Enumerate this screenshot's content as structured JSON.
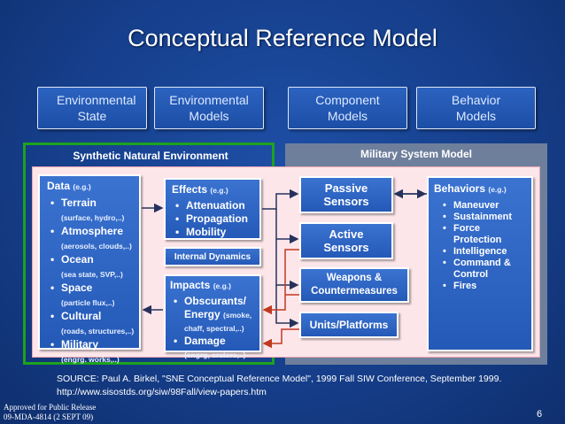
{
  "title": "Conceptual Reference Model",
  "headers": [
    "Environmental State",
    "Environmental Models",
    "Component Models",
    "Behavior Models"
  ],
  "panels": {
    "sne_title": "Synthetic Natural Environment",
    "msm_title": "Military System Model"
  },
  "data_box": {
    "title": "Data",
    "eg": "(e.g.)",
    "items": [
      {
        "label": "Terrain",
        "sub": "(surface, hydro,..)"
      },
      {
        "label": "Atmosphere",
        "sub": "(aerosols, clouds,..)"
      },
      {
        "label": "Ocean",
        "sub": "(sea state, SVP,..)"
      },
      {
        "label": "Space",
        "sub": "(particle flux,..)"
      },
      {
        "label": "Cultural",
        "sub": "(roads, structures,..)"
      },
      {
        "label": "Military",
        "sub": "(engrg. works,..)"
      }
    ]
  },
  "effects_box": {
    "title": "Effects",
    "eg": "(e.g.)",
    "items": [
      "Attenuation",
      "Propagation",
      "Mobility"
    ]
  },
  "internal_dynamics": "Internal Dynamics",
  "impacts_box": {
    "title": "Impacts",
    "eg": "(e.g.)",
    "item1_label": "Obscurants/",
    "item1_label2": "Energy",
    "item1_sub": "(smoke,",
    "item1_sub2": "chaff, spectral,..)",
    "item2_label": "Damage",
    "item2_sub": "(engrg, craters,..)"
  },
  "msm_boxes": {
    "passive": "Passive Sensors",
    "active": "Active Sensors",
    "weapons": "Weapons & Countermeasures",
    "units": "Units/Platforms"
  },
  "behaviors_box": {
    "title": "Behaviors",
    "eg": "(e.g.)",
    "items": [
      "Maneuver",
      "Sustainment",
      "Force Protection",
      "Intelligence",
      "Command & Control",
      "Fires"
    ]
  },
  "source": {
    "line1": "SOURCE: Paul A. Birkel, \"SNE Conceptual Reference Model\", 1999 Fall SIW Conference, September 1999.",
    "line2": "http://www.sisostds.org/siw/98Fall/view-papers.htm"
  },
  "footer": {
    "line1": "Approved for Public Release",
    "line2": "09-MDA-4814 (2 SEPT 09)",
    "page": "6"
  },
  "colors": {
    "background": "#163f8c",
    "green_border": "#1ea21e",
    "arrow_blue": "#26325c",
    "arrow_red": "#c0391f"
  }
}
